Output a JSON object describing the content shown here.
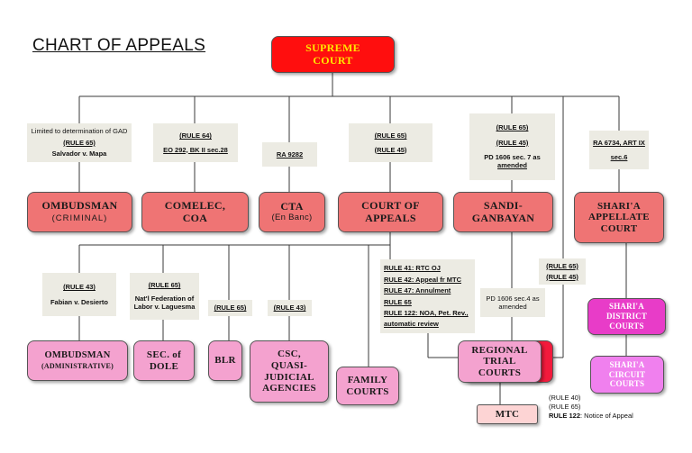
{
  "title": "CHART OF APPEALS",
  "nodes": {
    "supreme_court": {
      "line1": "SUPREME",
      "line2": "COURT"
    },
    "ombudsman_criminal": {
      "line1": "OMBUDSMAN",
      "line2": "(CRIMINAL)"
    },
    "comelec_coa": {
      "line1": "COMELEC,",
      "line2": "COA"
    },
    "cta": {
      "line1": "CTA",
      "line2": "(En Banc)"
    },
    "court_of_appeals": {
      "line1": "COURT OF",
      "line2": "APPEALS"
    },
    "sandiganbayan": {
      "line1": "SANDI-",
      "line2": "GANBAYAN"
    },
    "shari_appellate": {
      "line1": "SHARI'A",
      "line2": "APPELLATE",
      "line3": "COURT"
    },
    "ombudsman_admin": {
      "line1": "OMBUDSMAN",
      "line2": "(ADMINISTRATIVE)"
    },
    "sec_dole": {
      "line1": "SEC. of",
      "line2": "DOLE"
    },
    "blr": {
      "line1": "BLR"
    },
    "csc": {
      "line1": "CSC,",
      "line2": "QUASI-",
      "line3": "JUDICIAL",
      "line4": "AGENCIES"
    },
    "family_courts": {
      "line1": "FAMILY",
      "line2": "COURTS"
    },
    "rtc": {
      "line1": "REGIONAL",
      "line2": "TRIAL",
      "line3": "COURTS"
    },
    "mtc": {
      "line1": "MTC"
    },
    "shari_district": {
      "line1": "SHARI'A",
      "line2": "DISTRICT",
      "line3": "COURTS"
    },
    "shari_circuit": {
      "line1": "SHARI'A",
      "line2": "CIRCUIT",
      "line3": "COURTS"
    }
  },
  "notes": {
    "ombudsman_criminal": {
      "line1": "Limited to determination of GAD",
      "line2": "(RULE 65)",
      "line3": "Salvador v. Mapa"
    },
    "comelec_coa": {
      "line1": "(RULE 64)",
      "line2": "EO 292, BK II sec.28"
    },
    "cta": {
      "line1": "RA 9282"
    },
    "court_of_appeals": {
      "line1": "(RULE 65)",
      "line2": "(RULE 45)"
    },
    "sandiganbayan": {
      "line1": "(RULE 65)",
      "line2": "(RULE 45)",
      "line3": "PD 1606 sec. 7 as",
      "line4": "amended"
    },
    "shari_appellate": {
      "line1": "RA 6734, ART IX",
      "line2": "sec.6"
    },
    "ombudsman_admin": {
      "line1": "(RULE 43)",
      "line2": "Fabian v. Desierto"
    },
    "sec_dole": {
      "line1": "(RULE 65)",
      "line2": "Nat'l Federation of",
      "line3": "Labor v. Laguesma"
    },
    "blr": {
      "line1": "(RULE 65)"
    },
    "csc": {
      "line1": "(RULE 43)"
    },
    "rtc_rules": {
      "line1": "RULE 41: RTC OJ",
      "line2": "RULE 42: Appeal fr MTC",
      "line3": "RULE 47: Annulment",
      "line4": "RULE 65",
      "line5": "RULE 122: NOA, Pet. Rev.,",
      "line6": "automatic review"
    },
    "rtc_sandiganbayan": {
      "line1": "PD 1606 sec.4 as",
      "line2": "amended"
    },
    "rtc_supreme": {
      "line1": "(RULE 65)",
      "line2": "(RULE 45)"
    },
    "mtc": {
      "line1": "(RULE 40)",
      "line2": "(RULE 65)",
      "line3_bold": "RULE 122",
      "line3_rest": ": Notice of Appeal"
    }
  }
}
